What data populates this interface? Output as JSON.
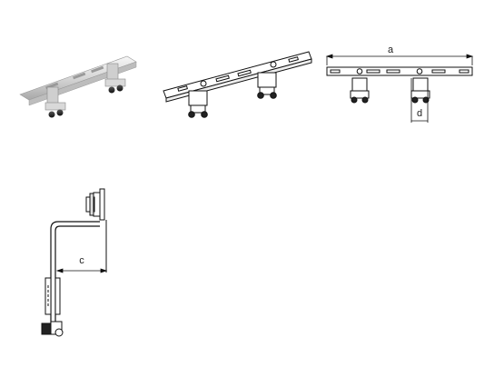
{
  "dimensions": {
    "a": "a",
    "c": "c",
    "d": "d"
  }
}
